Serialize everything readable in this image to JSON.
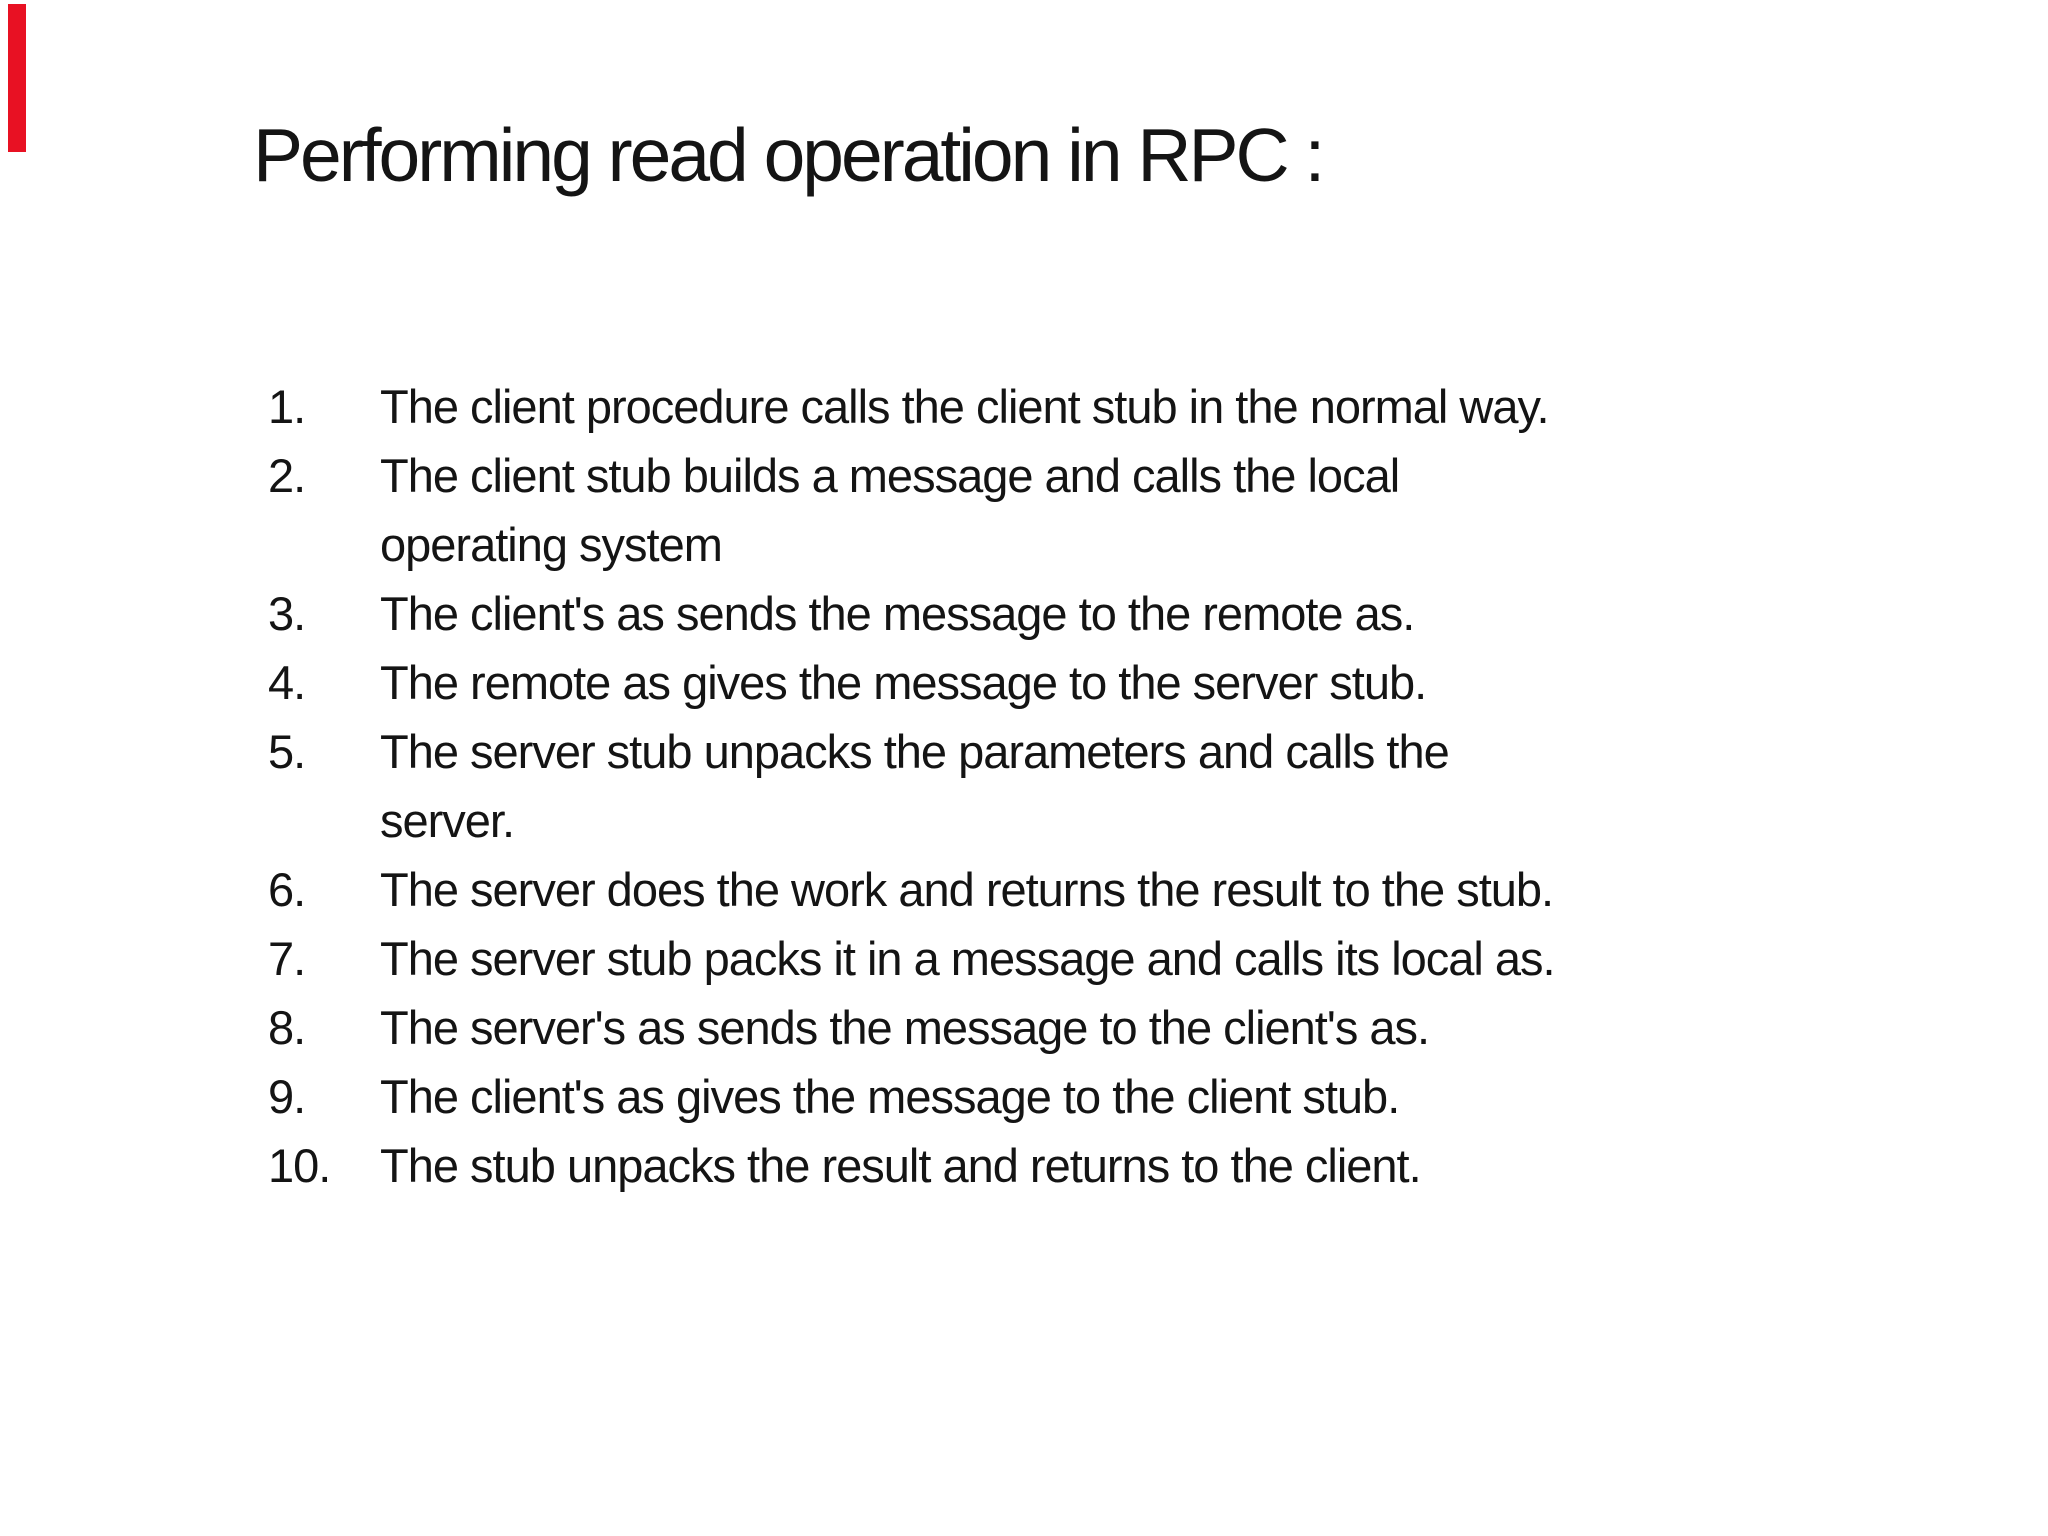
{
  "colors": {
    "background": "#ffffff",
    "text": "#141414",
    "accent_bar": "#e81123"
  },
  "slide": {
    "title": "Performing read operation in RPC :",
    "steps": [
      {
        "number": "1.",
        "text": "The client procedure calls the client stub in the normal way."
      },
      {
        "number": "2.",
        "text": "The client stub builds a message and calls the local\noperating system"
      },
      {
        "number": "3.",
        "text": "The client's as sends the message to the remote as."
      },
      {
        "number": "4.",
        "text": "The remote as gives the message to the server stub."
      },
      {
        "number": "5.",
        "text": "The server stub unpacks the parameters and calls the\nserver."
      },
      {
        "number": "6.",
        "text": "The server does the work and returns the result to the stub."
      },
      {
        "number": "7.",
        "text": "The server stub packs it in a message and calls its local as."
      },
      {
        "number": "8.",
        "text": "The server's as sends the message to the client's as."
      },
      {
        "number": "9.",
        "text": "The client's as gives the message to the client stub."
      },
      {
        "number": "10.",
        "text": "The stub unpacks the result and returns to the client."
      }
    ]
  }
}
